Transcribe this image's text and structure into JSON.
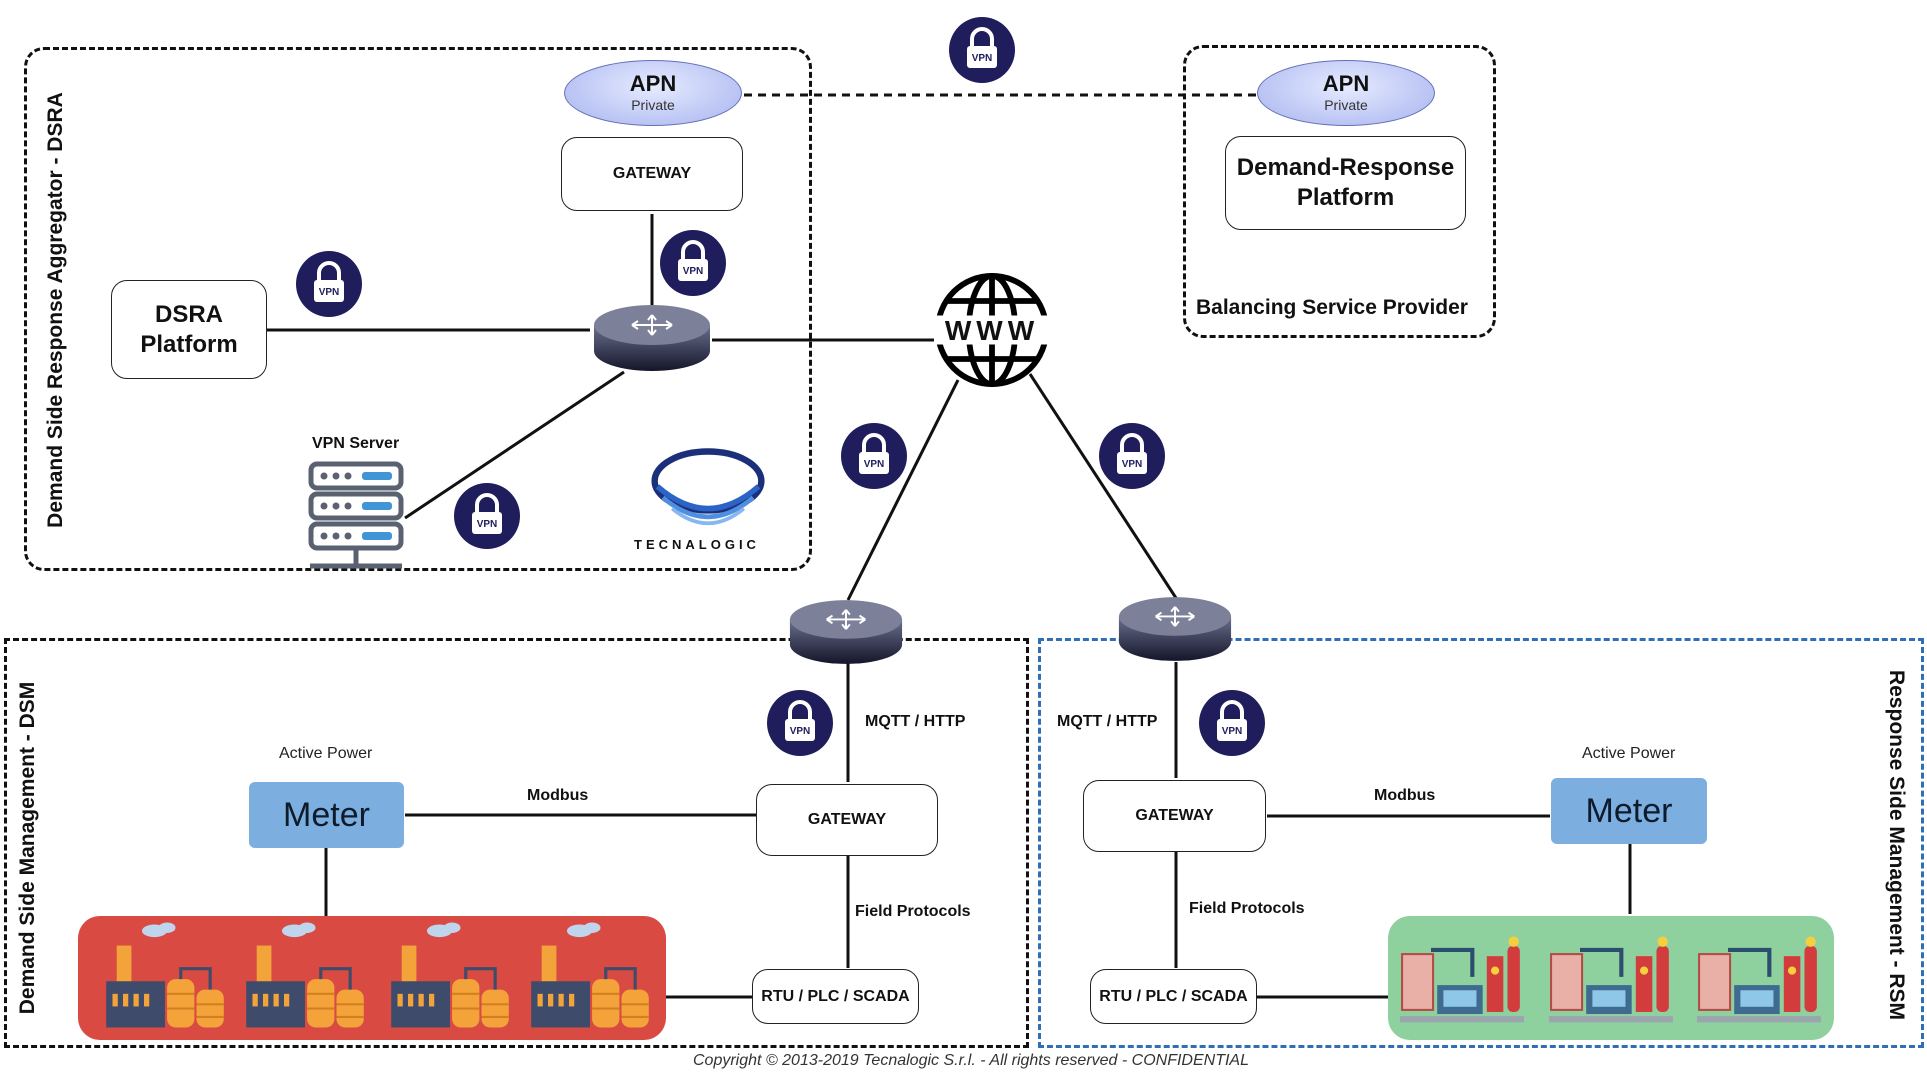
{
  "zones": {
    "dsra": "Demand Side Response Aggregator - DSRA",
    "bsp": "Balancing Service Provider",
    "dsm": "Demand Side Management - DSM",
    "rsm": "Response Side Management - RSM"
  },
  "apn_left": {
    "title": "APN",
    "sub": "Private"
  },
  "apn_right": {
    "title": "APN",
    "sub": "Private"
  },
  "gateway_top": "GATEWAY",
  "dr_platform": {
    "line1": "Demand-Response",
    "line2": "Platform"
  },
  "dsra_platform": {
    "line1": "DSRA",
    "line2": "Platform"
  },
  "vpn_server": "VPN Server",
  "vpn_badge": "VPN",
  "www": "WWW",
  "logo": "TECNALOGIC",
  "dsm": {
    "protocol_up": "MQTT / HTTP",
    "active_power": "Active Power",
    "meter": "Meter",
    "modbus": "Modbus",
    "gateway": "GATEWAY",
    "field_protocols": "Field Protocols",
    "rtu": "RTU / PLC / SCADA"
  },
  "rsm": {
    "protocol_up": "MQTT / HTTP",
    "active_power": "Active Power",
    "meter": "Meter",
    "modbus": "Modbus",
    "gateway": "GATEWAY",
    "field_protocols": "Field Protocols",
    "rtu": "RTU / PLC / SCADA"
  },
  "copyright": "Copyright © 2013-2019 Tecnalogic S.r.l. - All rights reserved - CONFIDENTIAL",
  "colors": {
    "vpn_badge": "#1f1d5c",
    "meter": "#7daee0",
    "factory_panel": "#d94a43",
    "plant_panel": "#8fd09f",
    "rsm_border": "#2f6fb8"
  }
}
